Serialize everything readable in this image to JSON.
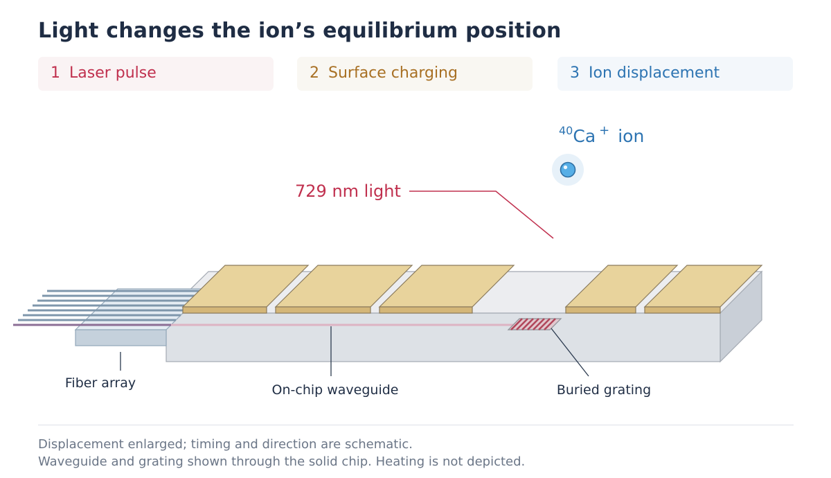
{
  "title": "Light changes the ion’s equilibrium position",
  "steps": [
    {
      "num": "1",
      "label": "Laser pulse"
    },
    {
      "num": "2",
      "label": "Surface charging"
    },
    {
      "num": "3",
      "label": "Ion displacement"
    }
  ],
  "ion": {
    "isotope": "40",
    "element": "Ca",
    "charge": "+",
    "word": "ion"
  },
  "labels": {
    "light": "729 nm light",
    "fiber_array": "Fiber array",
    "waveguide": "On-chip waveguide",
    "grating": "Buried grating"
  },
  "notes": [
    "Displacement enlarged; timing and direction are schematic.",
    "Waveguide and grating shown through the solid chip. Heating is not depicted."
  ],
  "colors": {
    "title": "#1f2d44",
    "laser": "#c0304e",
    "charging": "#a87024",
    "ion": "#2d74b2",
    "electrode": "#e8d39c",
    "chip": "#dde1e6"
  }
}
